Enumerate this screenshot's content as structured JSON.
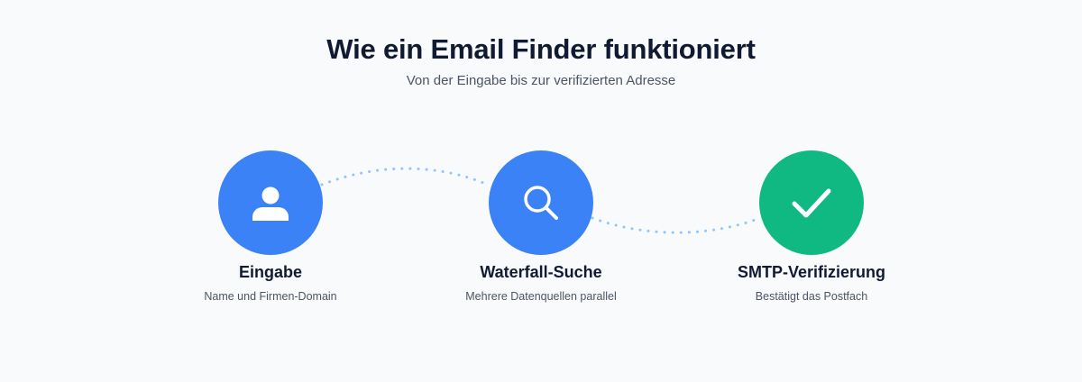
{
  "header": {
    "title": "Wie ein Email Finder funktioniert",
    "subtitle": "Von der Eingabe bis zur verifizierten Adresse"
  },
  "steps": [
    {
      "icon": "user-icon",
      "title": "Eingabe",
      "description": "Name und Firmen-Domain",
      "color": "#3b82f6"
    },
    {
      "icon": "search-icon",
      "title": "Waterfall-Suche",
      "description": "Mehrere Datenquellen parallel",
      "color": "#3b82f6"
    },
    {
      "icon": "check-icon",
      "title": "SMTP-Verifizierung",
      "description": "Bestätigt das Postfach",
      "color": "#10b981"
    }
  ],
  "colors": {
    "connector": "#93c5fd",
    "background": "#f8fafc",
    "heading": "#111a33"
  }
}
